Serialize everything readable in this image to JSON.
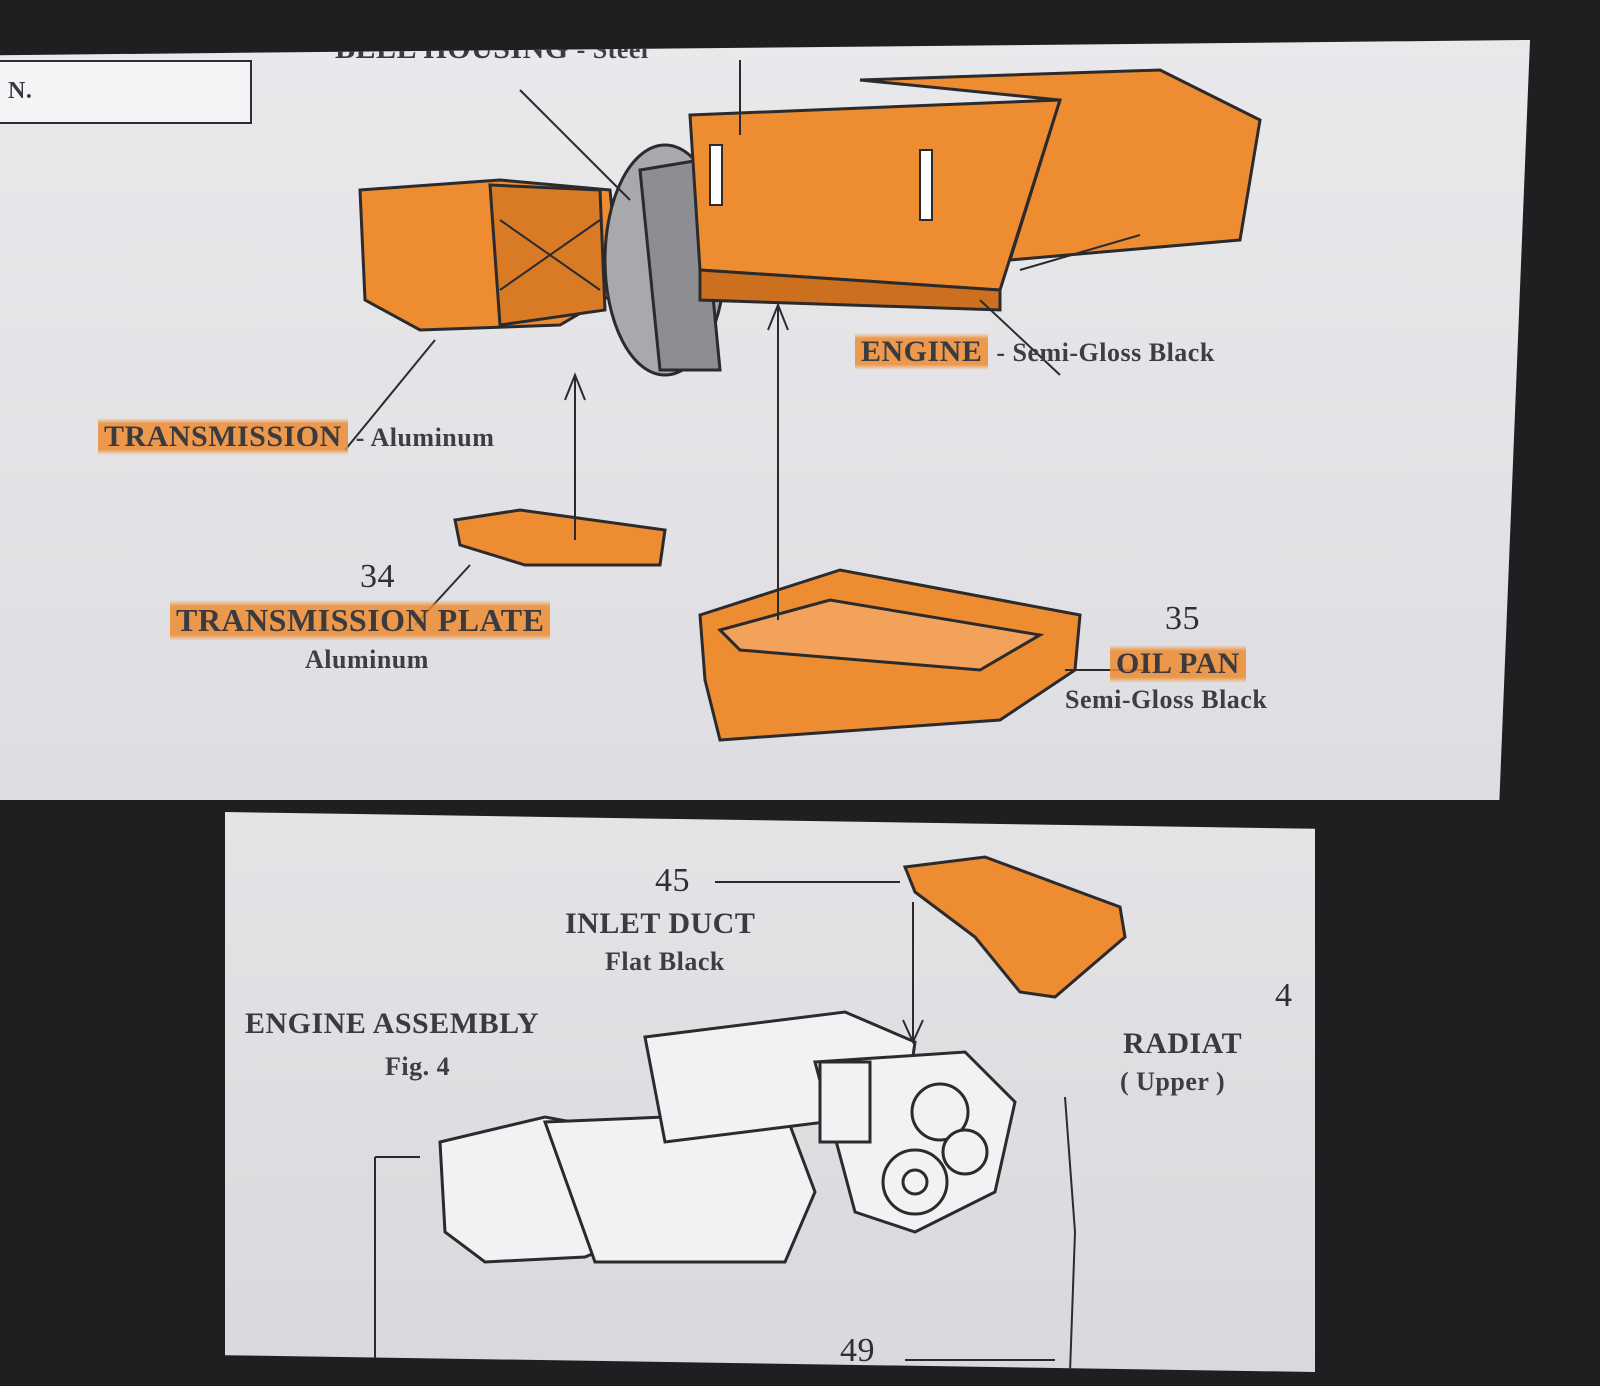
{
  "colors": {
    "background": "#1f1f21",
    "paper": "#e6e6e9",
    "highlight": "#ee8c32",
    "ink": "#3a3a3f"
  },
  "top_sheet": {
    "corner_fragment": "N.",
    "bell_housing": {
      "name": "BELL HOUSING",
      "finish": "- Steel"
    },
    "engine": {
      "name": "ENGINE",
      "finish": "- Semi-Gloss Black"
    },
    "transmission": {
      "name": "TRANSMISSION",
      "finish": "- Aluminum"
    },
    "transmission_plate": {
      "number": "34",
      "name": "TRANSMISSION PLATE",
      "finish": "Aluminum"
    },
    "oil_pan": {
      "number": "35",
      "name": "OIL PAN",
      "finish": "Semi-Gloss Black"
    }
  },
  "bottom_sheet": {
    "inlet_duct": {
      "number": "45",
      "name": "INLET DUCT",
      "finish": "Flat Black"
    },
    "assembly": {
      "title": "ENGINE ASSEMBLY",
      "figure": "Fig. 4"
    },
    "radiator": {
      "number_fragment": "4",
      "name": "RADIAT",
      "qualifier": "( Upper )"
    },
    "hose_number": "49"
  }
}
